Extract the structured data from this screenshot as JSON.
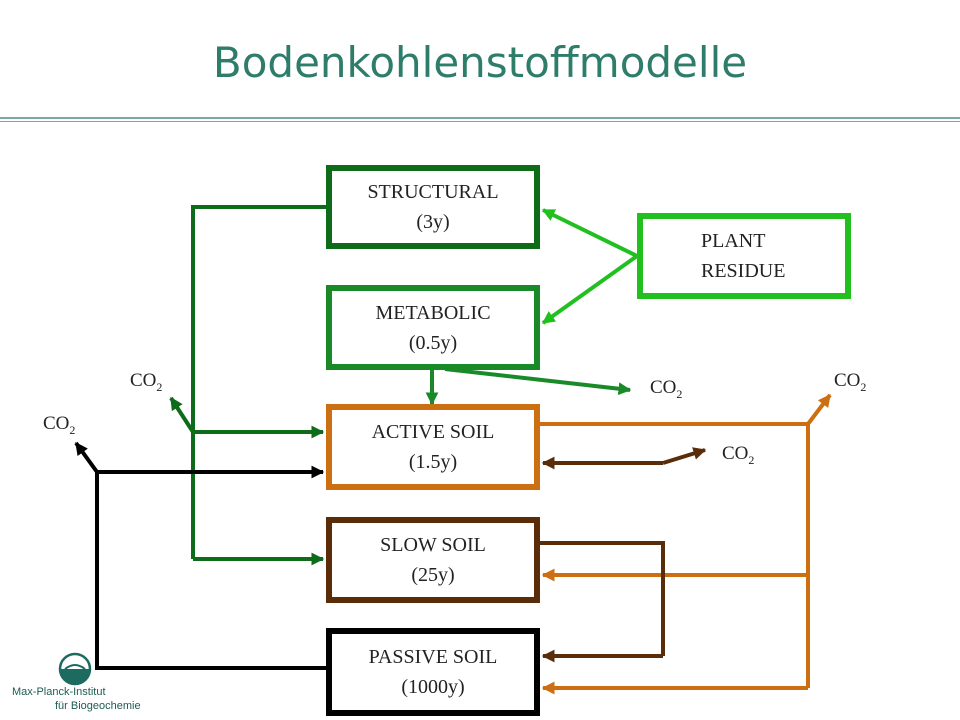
{
  "title": "Bodenkohlenstoffmodelle",
  "boxes": {
    "structural": {
      "name": "STRUCTURAL",
      "time": "(3y)"
    },
    "metabolic": {
      "name": "METABOLIC",
      "time": "(0.5y)"
    },
    "active": {
      "name": "ACTIVE SOIL",
      "time": "(1.5y)"
    },
    "slow": {
      "name": "SLOW SOIL",
      "time": "(25y)"
    },
    "passive": {
      "name": "PASSIVE SOIL",
      "time": "(1000y)"
    },
    "plant": {
      "line1": "PLANT",
      "line2": "RESIDUE"
    }
  },
  "co2": {
    "main": "CO",
    "sub": "2"
  },
  "logo": {
    "line1": "Max-Planck-Institut",
    "line2": "für Biogeochemie"
  },
  "colors": {
    "title": "#2e7d6b",
    "dark_green": "#0e6b1a",
    "green": "#1a8a28",
    "bright_green": "#22c01f",
    "orange": "#cc6e12",
    "brown": "#5a2d0a",
    "black": "#000000"
  }
}
